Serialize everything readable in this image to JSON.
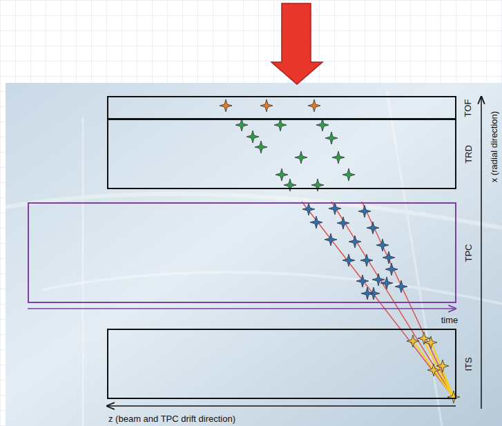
{
  "diagram": {
    "nodes": [
      {
        "text": [
          "TOF"
        ]
      },
      {
        "text": [
          "TRD"
        ]
      },
      {
        "text": [
          "TPC"
        ]
      },
      {
        "text": [
          "ITS"
        ]
      }
    ],
    "labels": [
      "time",
      "x (radial direction)",
      "z (beam and TPC drift direction)"
    ]
  }
}
